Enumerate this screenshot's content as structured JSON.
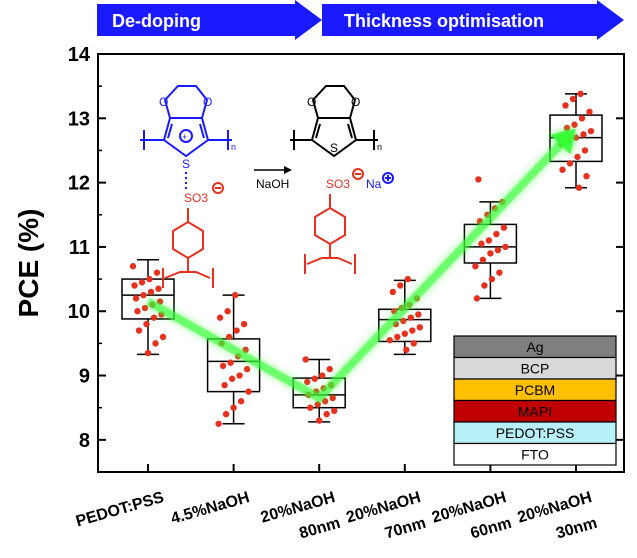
{
  "banners": [
    {
      "label": "De-doping",
      "color": "#1a1aff"
    },
    {
      "label": "Thickness optimisation",
      "color": "#1a1aff"
    }
  ],
  "chemistry": {
    "reagent": "NaOH",
    "left_anion": "SO3",
    "right_anion": "SO3",
    "cation": "Na",
    "sulfur": "S",
    "oxygen": "O",
    "index": "n"
  },
  "device_stack": [
    {
      "label": "Ag",
      "color": "#7f7f7f"
    },
    {
      "label": "BCP",
      "color": "#d9d9d9"
    },
    {
      "label": "PCBM",
      "color": "#ffc000"
    },
    {
      "label": "MAPI",
      "color": "#c00000"
    },
    {
      "label": "PEDOT:PSS",
      "color": "#b7f0f7"
    },
    {
      "label": "FTO",
      "color": "#ffffff"
    }
  ],
  "chart_data": {
    "type": "box",
    "ylabel": "PCE (%)",
    "ylim": [
      7.5,
      14
    ],
    "yticks": [
      "8",
      "9",
      "10",
      "11",
      "12",
      "13",
      "14"
    ],
    "categories": [
      {
        "line1": "PEDOT:PSS",
        "line2": ""
      },
      {
        "line1": "4.5%NaOH",
        "line2": ""
      },
      {
        "line1": "20%NaOH",
        "line2": "80nm"
      },
      {
        "line1": "20%NaOH",
        "line2": "70nm"
      },
      {
        "line1": "20%NaOH",
        "line2": "60nm"
      },
      {
        "line1": "20%NaOH",
        "line2": "30nm"
      }
    ],
    "boxes": [
      {
        "min": 9.33,
        "q1": 9.88,
        "median": 10.25,
        "q3": 10.5,
        "max": 10.8
      },
      {
        "min": 8.25,
        "q1": 8.75,
        "median": 9.22,
        "q3": 9.57,
        "max": 10.25
      },
      {
        "min": 8.28,
        "q1": 8.5,
        "median": 8.7,
        "q3": 8.96,
        "max": 9.25
      },
      {
        "min": 9.33,
        "q1": 9.53,
        "median": 9.87,
        "q3": 10.03,
        "max": 10.48
      },
      {
        "min": 10.2,
        "q1": 10.75,
        "median": 11.0,
        "q3": 11.35,
        "max": 11.7
      },
      {
        "min": 11.92,
        "q1": 12.33,
        "median": 12.7,
        "q3": 13.05,
        "max": 13.38
      }
    ],
    "points": [
      [
        10.7,
        10.6,
        10.5,
        10.45,
        10.4,
        10.35,
        10.3,
        10.25,
        10.2,
        10.15,
        10.1,
        10.05,
        10.0,
        9.95,
        9.9,
        9.8,
        9.7,
        9.6,
        9.5,
        9.35
      ],
      [
        10.25,
        10.0,
        9.9,
        9.8,
        9.7,
        9.6,
        9.5,
        9.4,
        9.3,
        9.2,
        9.15,
        9.1,
        9.0,
        8.95,
        8.85,
        8.75,
        8.6,
        8.5,
        8.4,
        8.25
      ],
      [
        9.25,
        9.1,
        9.0,
        8.95,
        8.9,
        8.85,
        8.8,
        8.75,
        8.7,
        8.65,
        8.6,
        8.55,
        8.5,
        8.45,
        8.4,
        8.3
      ],
      [
        10.5,
        10.4,
        10.3,
        10.2,
        10.1,
        10.05,
        10.0,
        9.95,
        9.9,
        9.85,
        9.8,
        9.75,
        9.7,
        9.65,
        9.6,
        9.55,
        9.5,
        9.4
      ],
      [
        12.05,
        11.7,
        11.6,
        11.5,
        11.4,
        11.3,
        11.2,
        11.1,
        11.05,
        11.0,
        10.95,
        10.9,
        10.8,
        10.7,
        10.6,
        10.5,
        10.4,
        10.2
      ],
      [
        13.38,
        13.3,
        13.2,
        13.1,
        13.0,
        12.9,
        12.85,
        12.8,
        12.75,
        12.7,
        12.65,
        12.6,
        12.5,
        12.4,
        12.3,
        12.2,
        12.1,
        11.92
      ]
    ],
    "trend": [
      10.15,
      8.65,
      12.75
    ],
    "trend_color": "#33ff33",
    "point_color": "#e8301e"
  }
}
